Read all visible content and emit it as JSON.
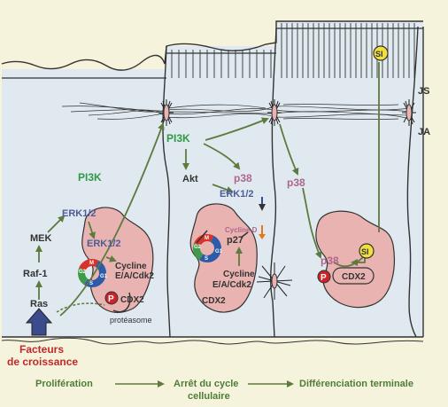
{
  "labels": {
    "js": "JS",
    "ja": "JA",
    "pi3k_left": "PI3K",
    "pi3k_mid": "PI3K",
    "akt": "Akt",
    "p38_mid": "p38",
    "erk_mid": "ERK1/2",
    "p38_right": "p38",
    "erk_top": "ERK1/2",
    "mek": "MEK",
    "raf": "Raf-1",
    "ras": "Ras",
    "erk_nuc": "ERK1/2",
    "cyclin_eac": "Cycline\nE/A/Cdk2",
    "cdx2_left": "CDX2",
    "proteasome": "protéasome",
    "cyclin_d": "Cycline D",
    "p27": "p27",
    "cyclin_mid": "Cycline\nE/A/Cdk2",
    "cdx2_mid": "CDX2",
    "si_top": "SI",
    "si_nuc": "SI",
    "p38_nuc": "p38",
    "cdx2_right": "CDX2",
    "p_badge": "P",
    "growth_factors": "Facteurs\nde croissance",
    "prolif": "Prolifération",
    "arrest": "Arrêt du cycle\ncellulaire",
    "diff": "Différenciation terminale",
    "cycle_m": "M",
    "cycle_g2": "G2",
    "cycle_s": "S",
    "cycle_g1": "G1"
  },
  "colors": {
    "background": "#f6f3dd",
    "cell_fill": "#dfe9ef",
    "nucleus_fill": "#e8b3b1",
    "arrow_green": "#5f7a3f",
    "pi3k_green": "#2e9a47",
    "erk_blue": "#4d5c98",
    "p38_pink": "#b0668a",
    "red_text": "#c0282a",
    "p_badge": "#cc2229",
    "si_yellow": "#f2df3d",
    "cycle_blue": "#2d5aa9",
    "cycle_red": "#d9322a",
    "cycle_green": "#3f9a4a",
    "orange_arrow": "#e8751a",
    "bottom_text_green": "#4e7d35"
  }
}
